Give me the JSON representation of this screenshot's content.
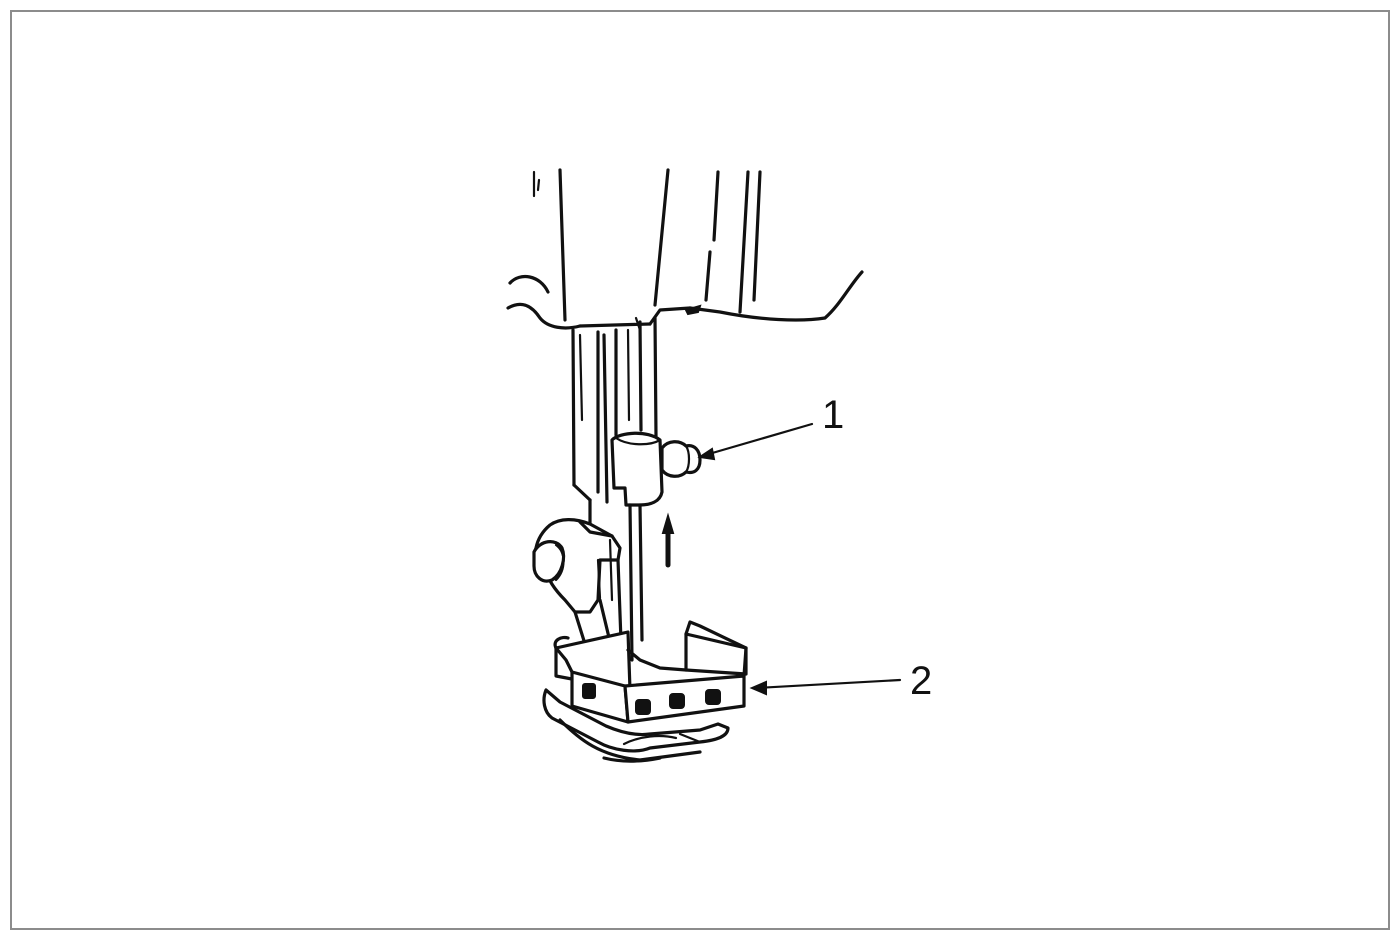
{
  "figure": {
    "subject": "presser-foot-assembly",
    "callouts": [
      {
        "id": "callout-1",
        "label": "1"
      },
      {
        "id": "callout-2",
        "label": "2"
      }
    ],
    "motion_arrow": "up-arrow-icon"
  }
}
